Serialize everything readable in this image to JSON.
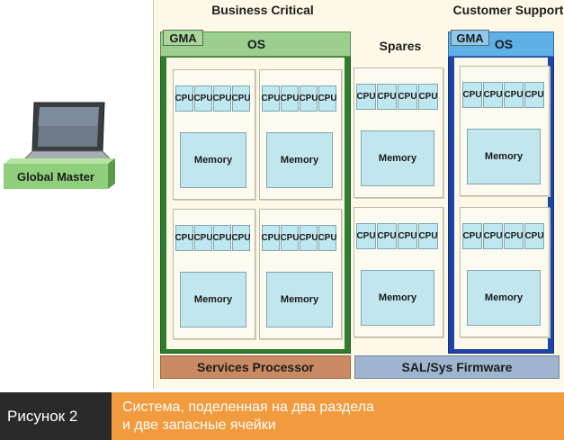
{
  "headers": {
    "business_critical": "Business Critical",
    "customer_support": "Customer Support",
    "spares": "Spares"
  },
  "labels": {
    "gma": "GMA",
    "os": "OS",
    "cpu": "CPU",
    "memory": "Memory"
  },
  "global_master": "Global Master",
  "bottom_bars": {
    "services_processor": "Services Processor",
    "firmware": "SAL/Sys Firmware"
  },
  "caption": {
    "label": "Рисунок 2",
    "line1": "Система, поделенная на два раздела",
    "line2": "и две запасные ячейки"
  },
  "colors": {
    "business_partition": "#2f7d2f",
    "support_partition": "#1f44a8",
    "services_bar": "#c98a63",
    "firmware_bar": "#9fb4cf",
    "caption_orange": "#f29a3e",
    "caption_dark": "#2a2a2a"
  }
}
